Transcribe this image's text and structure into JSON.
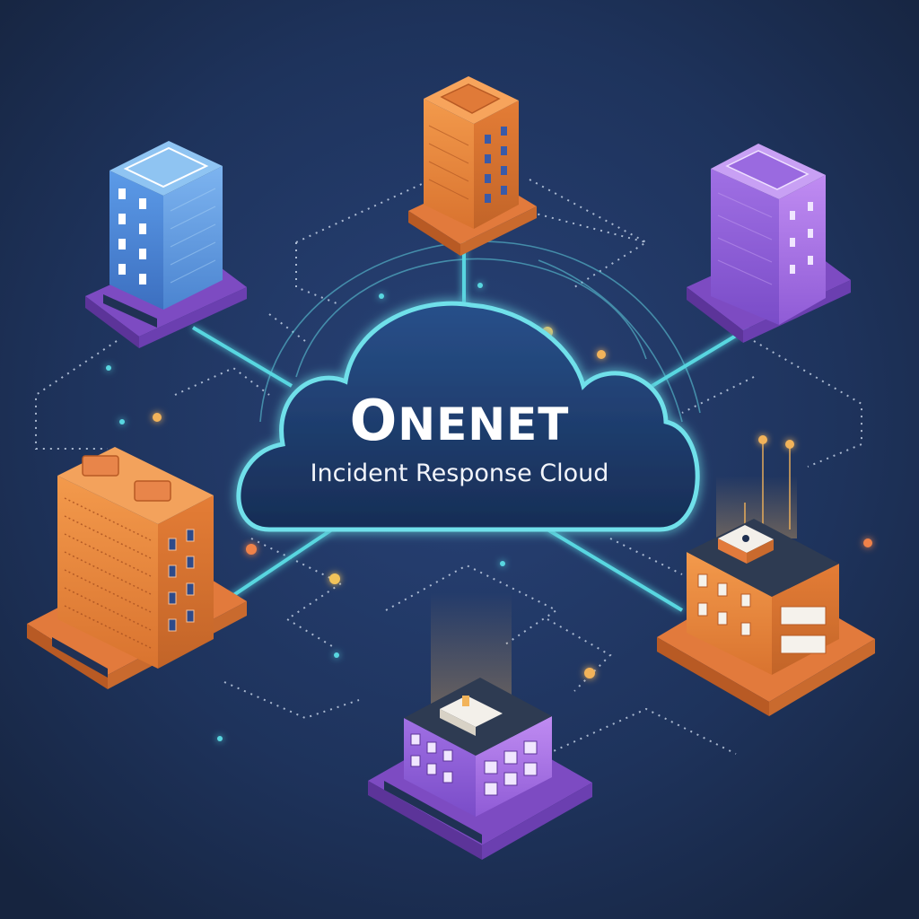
{
  "brand": {
    "title_first": "O",
    "title_rest": "NENET",
    "subtitle": "Incident Response Cloud"
  },
  "colors": {
    "background": "#1b2b4c",
    "link_cyan": "#58d6e0",
    "cloud_fill": "#1f3e70",
    "blue_building": "#4d86d6",
    "orange_building": "#e8823a",
    "purple_building": "#8a5cd6",
    "purple_base": "#7d4bc2",
    "orange_base": "#e27a3c",
    "node_glow": "#f2b35a"
  },
  "nodes": [
    {
      "name": "building-top-blue",
      "type": "tower",
      "color": "blue"
    },
    {
      "name": "building-top-orange",
      "type": "tower",
      "color": "orange"
    },
    {
      "name": "building-top-purple",
      "type": "tower",
      "color": "purple"
    },
    {
      "name": "building-left-orange",
      "type": "block",
      "color": "orange"
    },
    {
      "name": "building-right-orange",
      "type": "office",
      "color": "orange"
    },
    {
      "name": "building-bottom-purple",
      "type": "office",
      "color": "purple"
    }
  ]
}
